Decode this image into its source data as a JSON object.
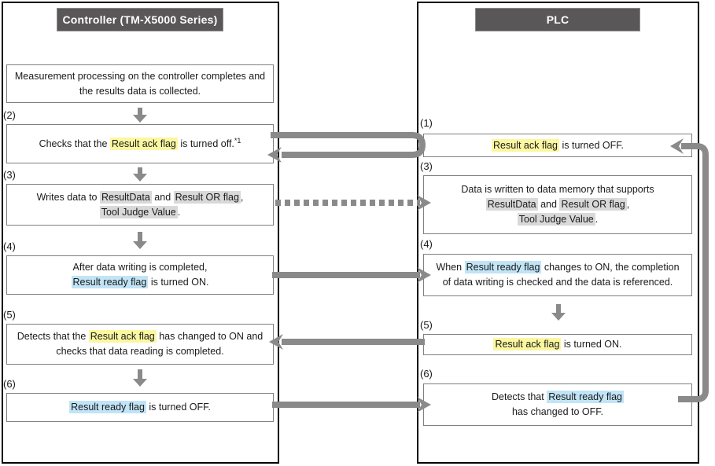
{
  "colors": {
    "header_bg": "#595757",
    "header_text": "#ffffff",
    "arrow": "#8a8a8a",
    "box_border": "#7f7f7f",
    "column_border": "#000000",
    "hl_yellow": "#faf7a0",
    "hl_gray": "#d9d9d9",
    "hl_blue": "#c1e4f6"
  },
  "left_column": {
    "header": "Controller (TM-X5000 Series)",
    "steps": [
      {
        "label": "",
        "lines": [
          [
            {
              "text": "Measurement processing on the controller completes and"
            }
          ],
          [
            {
              "text": "the results data is collected."
            }
          ]
        ]
      },
      {
        "label": "(2)",
        "lines": [
          [
            {
              "text": "Checks that the "
            },
            {
              "text": "Result ack flag",
              "hl": "yellow"
            },
            {
              "text": " is turned off."
            },
            {
              "text": "*1",
              "sup": true
            }
          ]
        ]
      },
      {
        "label": "(3)",
        "lines": [
          [
            {
              "text": "Writes data to "
            },
            {
              "text": "ResultData",
              "hl": "gray"
            },
            {
              "text": " and "
            },
            {
              "text": "Result OR flag",
              "hl": "gray"
            },
            {
              "text": ","
            }
          ],
          [
            {
              "text": "Tool Judge Value",
              "hl": "gray"
            },
            {
              "text": "."
            }
          ]
        ]
      },
      {
        "label": "(4)",
        "lines": [
          [
            {
              "text": "After data writing is completed,"
            }
          ],
          [
            {
              "text": "Result ready flag",
              "hl": "blue"
            },
            {
              "text": " is turned ON."
            }
          ]
        ]
      },
      {
        "label": "(5)",
        "lines": [
          [
            {
              "text": "Detects that the "
            },
            {
              "text": "Result ack flag",
              "hl": "yellow"
            },
            {
              "text": " has changed to ON and"
            }
          ],
          [
            {
              "text": "checks that data reading is completed."
            }
          ]
        ]
      },
      {
        "label": "(6)",
        "lines": [
          [
            {
              "text": "Result ready flag",
              "hl": "blue"
            },
            {
              "text": " is turned OFF."
            }
          ]
        ]
      }
    ]
  },
  "right_column": {
    "header": "PLC",
    "steps": [
      {
        "label": "(1)",
        "lines": [
          [
            {
              "text": "Result ack flag",
              "hl": "yellow"
            },
            {
              "text": " is turned OFF."
            }
          ]
        ]
      },
      {
        "label": "(3)",
        "lines": [
          [
            {
              "text": "Data is written to data memory that supports"
            }
          ],
          [
            {
              "text": "ResultData",
              "hl": "gray"
            },
            {
              "text": " and "
            },
            {
              "text": "Result OR flag",
              "hl": "gray"
            },
            {
              "text": ","
            }
          ],
          [
            {
              "text": "Tool Judge Value",
              "hl": "gray"
            },
            {
              "text": "."
            }
          ]
        ]
      },
      {
        "label": "(4)",
        "lines": [
          [
            {
              "text": "When "
            },
            {
              "text": "Result ready flag",
              "hl": "blue"
            },
            {
              "text": " changes to ON, the completion"
            }
          ],
          [
            {
              "text": "of data writing is checked and the data is referenced."
            }
          ]
        ]
      },
      {
        "label": "(5)",
        "lines": [
          [
            {
              "text": "Result ack flag",
              "hl": "yellow"
            },
            {
              "text": " is turned ON."
            }
          ]
        ]
      },
      {
        "label": "(6)",
        "lines": [
          [
            {
              "text": "Detects that "
            },
            {
              "text": "Result ready flag",
              "hl": "blue"
            }
          ],
          [
            {
              "text": "has changed to OFF."
            }
          ]
        ]
      }
    ]
  },
  "connections": [
    {
      "from": "plc-step-1",
      "to": "controller-step-2",
      "style": "check-loop"
    },
    {
      "from": "controller-step-3",
      "to": "plc-step-3",
      "style": "dotted"
    },
    {
      "from": "controller-step-4",
      "to": "plc-step-4",
      "style": "solid"
    },
    {
      "from": "plc-step-5",
      "to": "controller-step-5",
      "style": "solid"
    },
    {
      "from": "controller-step-6",
      "to": "plc-step-6",
      "style": "solid"
    },
    {
      "from": "plc-step-6",
      "to": "plc-step-1",
      "style": "right-loop"
    }
  ]
}
